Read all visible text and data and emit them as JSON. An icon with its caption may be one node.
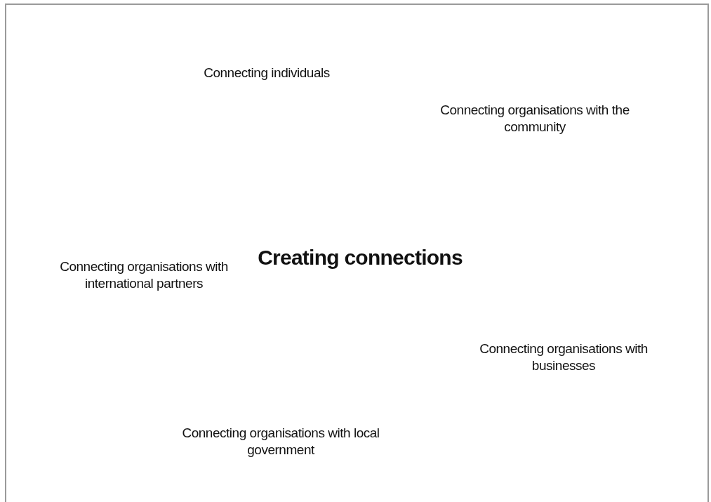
{
  "diagram": {
    "labels": [
      "Connecting individuals",
      "Connecting organisations with the community",
      "Creating connections",
      "Connecting organisations with international partners",
      "Connecting organisations with businesses",
      "Connecting organisations with local government"
    ]
  }
}
